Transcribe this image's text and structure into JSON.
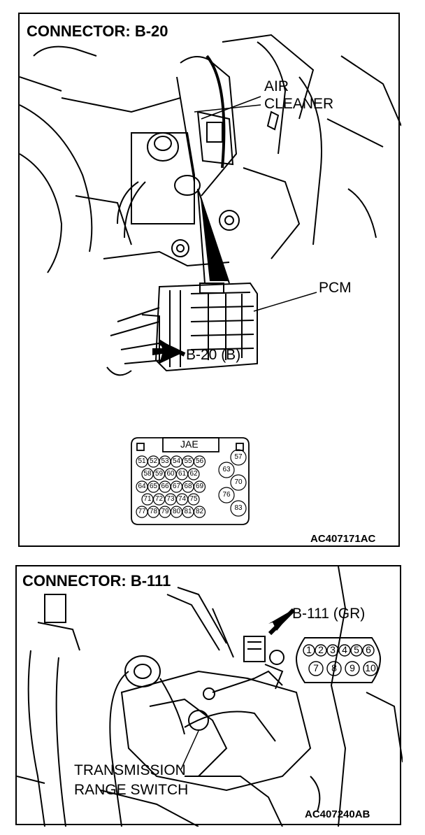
{
  "top": {
    "title": "CONNECTOR: B-20",
    "air_cleaner": [
      "AIR",
      "CLEANER"
    ],
    "pcm": "PCM",
    "connector_label": "B-20 (B)",
    "jae": "JAE",
    "pins": [
      [
        "51",
        "52",
        "53",
        "54",
        "55",
        "56"
      ],
      [
        "58",
        "59",
        "60",
        "61",
        "62"
      ],
      [
        "64",
        "65",
        "66",
        "67",
        "68",
        "69"
      ],
      [
        "71",
        "72",
        "73",
        "74",
        "75"
      ],
      [
        "77",
        "78",
        "79",
        "80",
        "81",
        "82"
      ]
    ],
    "side_pins": [
      "57",
      "63",
      "70",
      "76",
      "83"
    ],
    "code": "AC407171AC"
  },
  "bottom": {
    "title": "CONNECTOR: B-111",
    "connector_label": "B-111 (GR)",
    "pins_row1": [
      "1",
      "2",
      "3",
      "4",
      "5",
      "6"
    ],
    "pins_row2": [
      "7",
      "8",
      "9",
      "10"
    ],
    "switch_label": [
      "TRANSMISSION",
      "RANGE SWITCH"
    ],
    "code": "AC407240AB"
  }
}
